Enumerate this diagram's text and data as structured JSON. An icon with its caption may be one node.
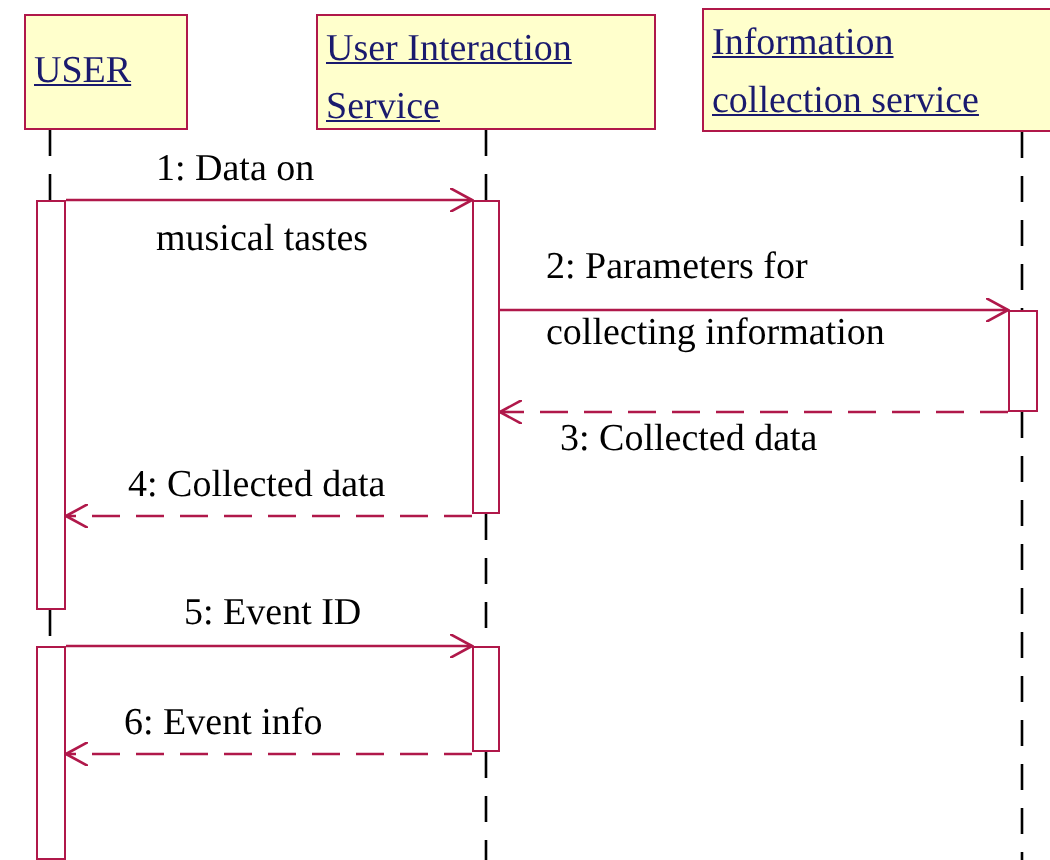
{
  "diagram": {
    "nodes": [
      {
        "text": [
          "USER"
        ]
      },
      {
        "text": [
          "User Interaction Service"
        ]
      },
      {
        "text": [
          "Information collection service"
        ]
      },
      {
        "text": [],
        "shape": "bar"
      },
      {
        "text": [],
        "shape": "bar"
      },
      {
        "text": [],
        "shape": "bar"
      },
      {
        "text": [],
        "shape": "bar"
      },
      {
        "text": [],
        "shape": "bar"
      }
    ],
    "edges": [
      {
        "from": 3,
        "to": 4,
        "arrow": "to",
        "label": "1: Data on musical tastes",
        "color": "#b0184a"
      },
      {
        "from": 4,
        "to": 5,
        "arrow": "to",
        "label": "2: Parameters for collecting information",
        "color": "#b0184a"
      },
      {
        "from": 5,
        "to": 4,
        "arrow": "to",
        "label": "3: Collected data",
        "style": "dashed",
        "color": "#b0184a"
      },
      {
        "from": 4,
        "to": 3,
        "arrow": "to",
        "label": "4: Collected data",
        "style": "dashed",
        "color": "#b0184a"
      },
      {
        "from": 6,
        "to": 7,
        "arrow": "to",
        "label": "5: Event ID",
        "color": "#b0184a"
      },
      {
        "from": 7,
        "to": 6,
        "arrow": "to",
        "label": "6: Event info",
        "style": "dashed",
        "color": "#b0184a"
      },
      {
        "from": 0,
        "to": 3,
        "arrow": "none",
        "style": "dashed"
      },
      {
        "from": 3,
        "to": 6,
        "arrow": "none",
        "style": "dashed"
      },
      {
        "from": 1,
        "to": 4,
        "arrow": "none",
        "style": "dashed"
      },
      {
        "from": 4,
        "to": 7,
        "arrow": "none",
        "style": "dashed"
      },
      {
        "from": 7,
        "to": null,
        "arrow": "none",
        "style": "dashed"
      },
      {
        "from": 2,
        "to": 5,
        "arrow": "none",
        "style": "dashed"
      },
      {
        "from": 5,
        "to": null,
        "arrow": "none",
        "style": "dashed"
      }
    ]
  }
}
